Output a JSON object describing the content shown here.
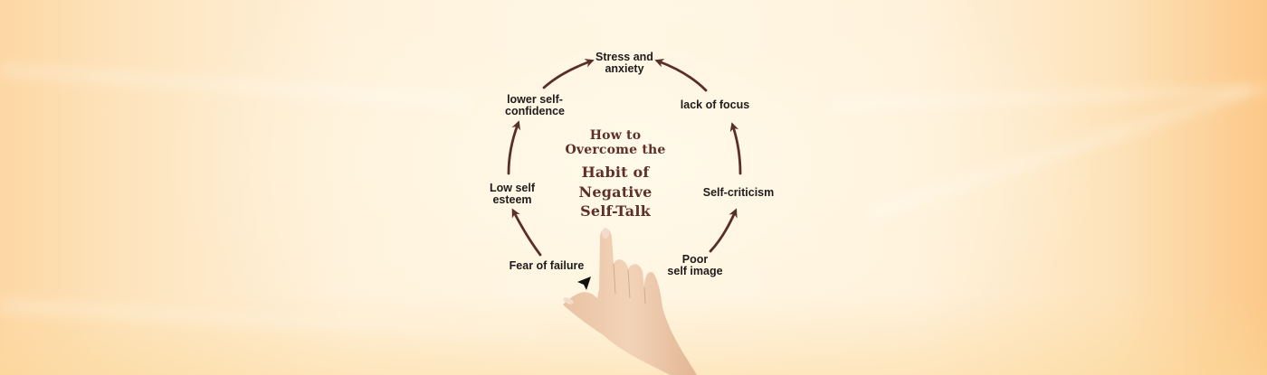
{
  "diagram": {
    "title": {
      "line1": "How to",
      "line2": "Overcome the",
      "line3": "Habit of Negative",
      "line4": "Self-Talk"
    },
    "cycle_nodes": [
      {
        "id": "stress",
        "line1": "Stress and",
        "line2": "anxiety"
      },
      {
        "id": "focus",
        "line1": "lack of focus",
        "line2": ""
      },
      {
        "id": "criticism",
        "line1": "Self-criticism",
        "line2": ""
      },
      {
        "id": "image",
        "line1": "Poor",
        "line2": "self image"
      },
      {
        "id": "failure",
        "line1": "Fear of failure",
        "line2": ""
      },
      {
        "id": "esteem",
        "line1": "Low self",
        "line2": "esteem"
      },
      {
        "id": "confidence",
        "line1": "lower self-",
        "line2": "confidence"
      }
    ],
    "colors": {
      "arrow": "#5a2e2a",
      "title": "#5e2f2b",
      "label": "#1e1b1a",
      "background_center": "#fff6e6",
      "background_edge": "#fcc888"
    }
  }
}
